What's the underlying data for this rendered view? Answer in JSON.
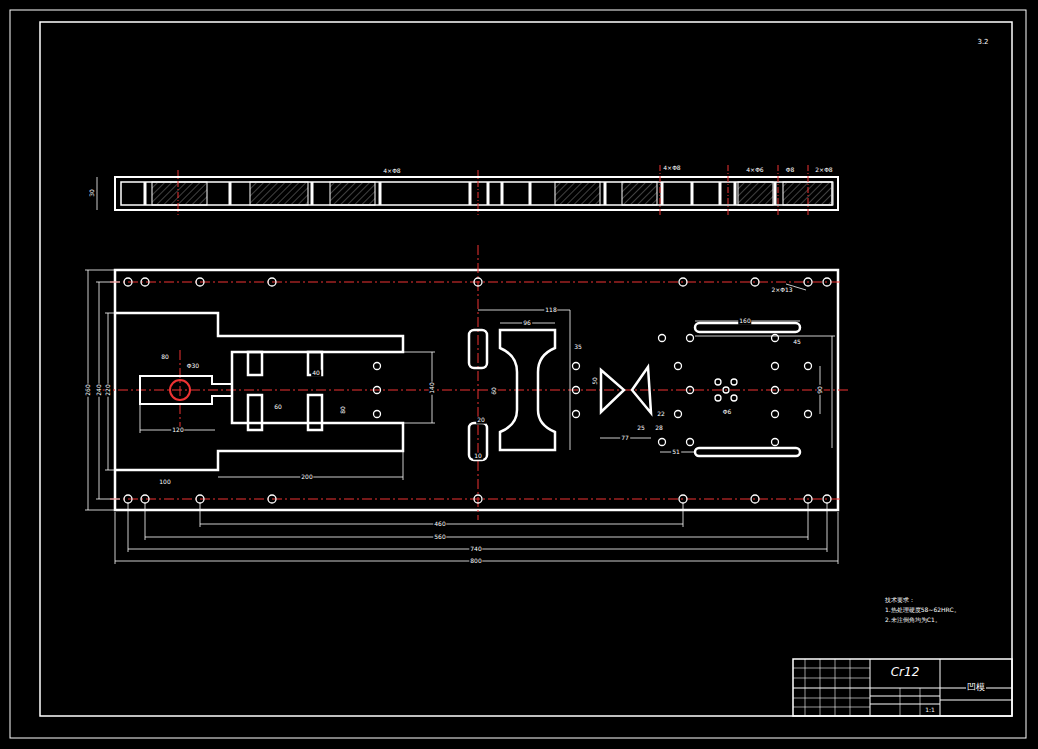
{
  "diagram": {
    "labels": [
      "3.2",
      "30",
      "4×Φ8",
      "4×Φ8",
      "4×Φ6",
      "Φ8",
      "2×Φ8",
      "2×Φ13",
      "80",
      "Φ30",
      "120",
      "140",
      "40",
      "80",
      "60",
      "100",
      "200",
      "96",
      "118",
      "35",
      "60",
      "20",
      "10",
      "50",
      "77",
      "22",
      "25",
      "28",
      "160",
      "45",
      "90",
      "Φ6",
      "51",
      "460",
      "560",
      "740",
      "800",
      "260",
      "240",
      "220",
      "技术要求：",
      "1.热处理硬度58~62HRC。",
      "2.未注倒角均为C1。",
      "Cr12",
      "凹模",
      "1:1"
    ]
  }
}
